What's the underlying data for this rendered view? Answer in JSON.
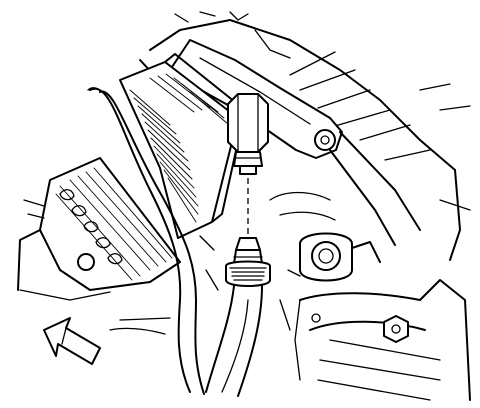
{
  "diagram": {
    "parts": [
      "engine-block",
      "oil-cooler-fins",
      "transmission-cooler",
      "cooler-line-fitting-nut",
      "cooler-line-hose",
      "hose-end-ferrule",
      "mount-bolt-right",
      "bracket-arm",
      "housing-bolt-lower-right"
    ],
    "indicator": {
      "type": "direction-arrow",
      "icon": "arrow-pointing-up-left-icon"
    },
    "alignment_guide": "dashed-center-line",
    "colors": {
      "stroke": "#000000",
      "background": "#ffffff"
    }
  }
}
